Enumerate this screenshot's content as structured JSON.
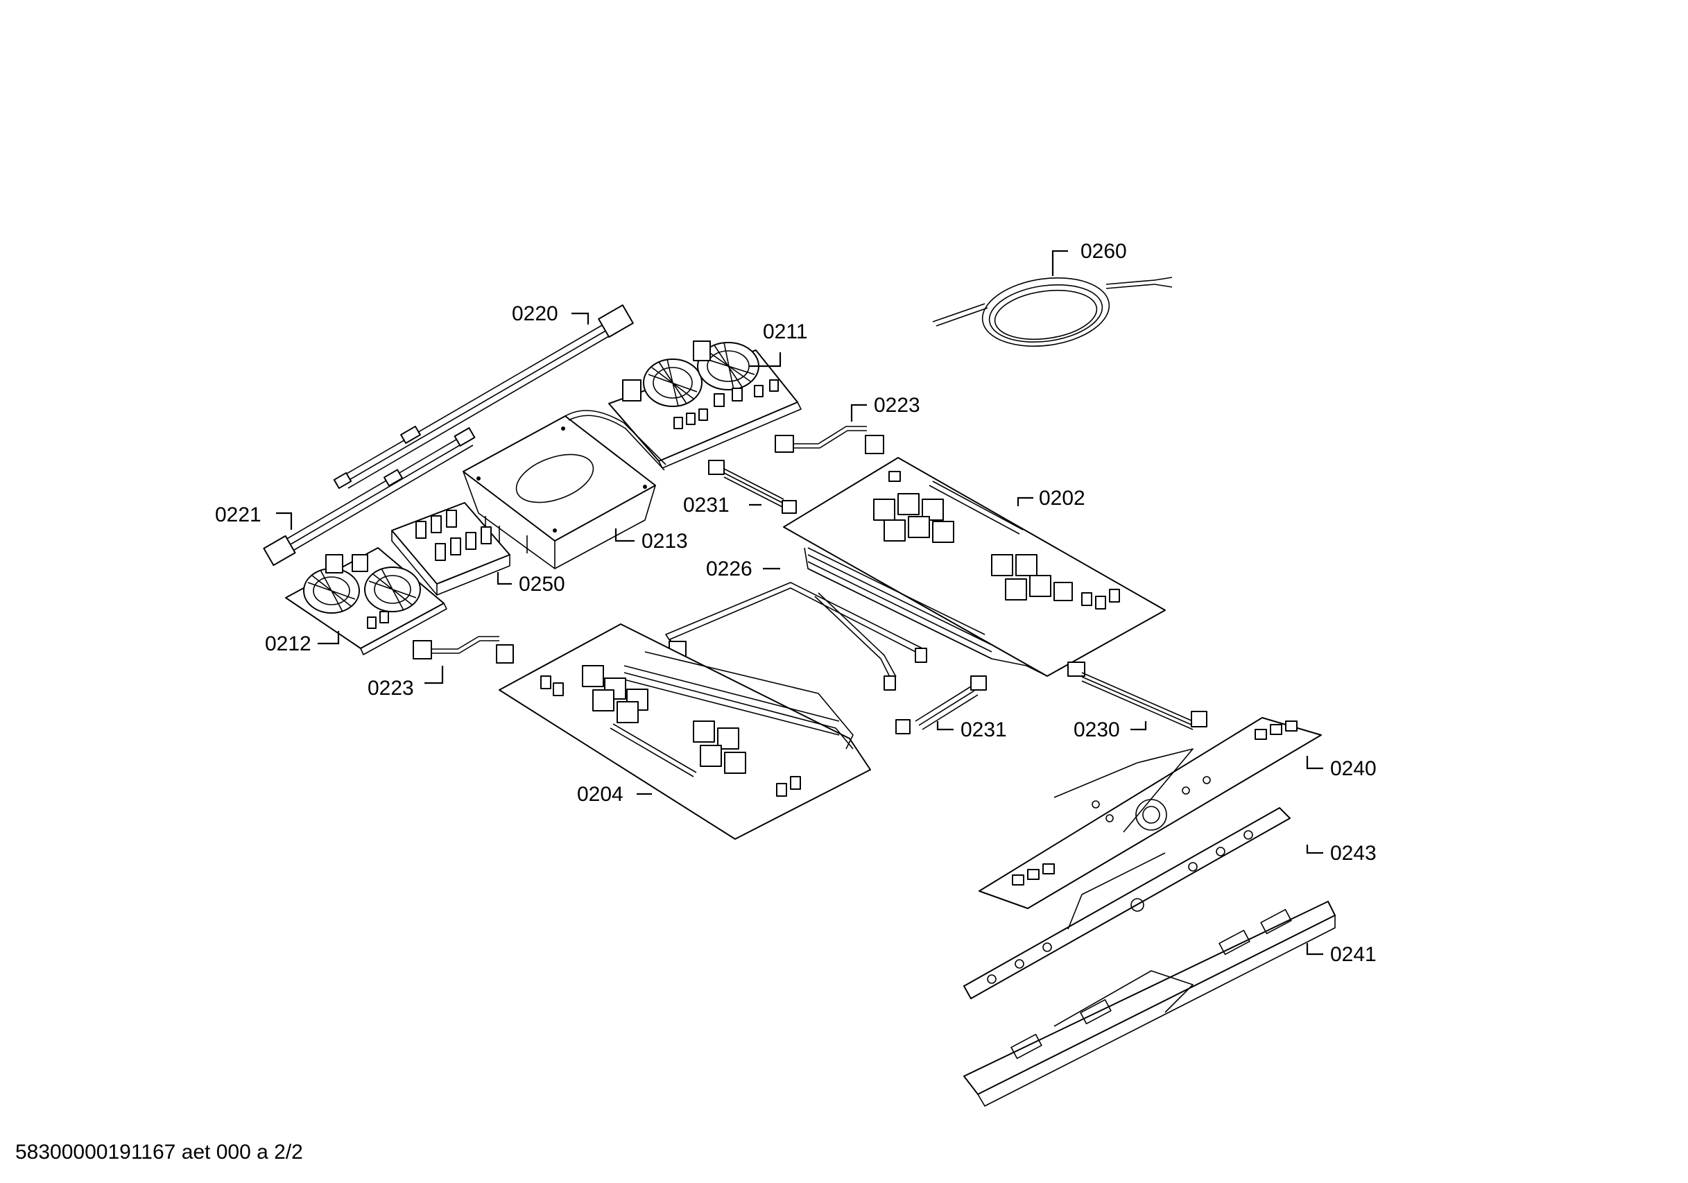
{
  "diagram": {
    "callouts": {
      "c0260": "0260",
      "c0220": "0220",
      "c0211": "0211",
      "c0223a": "0223",
      "c0231a": "0231",
      "c0202": "0202",
      "c0221": "0221",
      "c0213": "0213",
      "c0226": "0226",
      "c0250": "0250",
      "c0212": "0212",
      "c0223b": "0223",
      "c0231b": "0231",
      "c0230": "0230",
      "c0240": "0240",
      "c0204": "0204",
      "c0243": "0243",
      "c0241": "0241"
    },
    "footer": "58300000191167 aet 000 a 2/2"
  }
}
